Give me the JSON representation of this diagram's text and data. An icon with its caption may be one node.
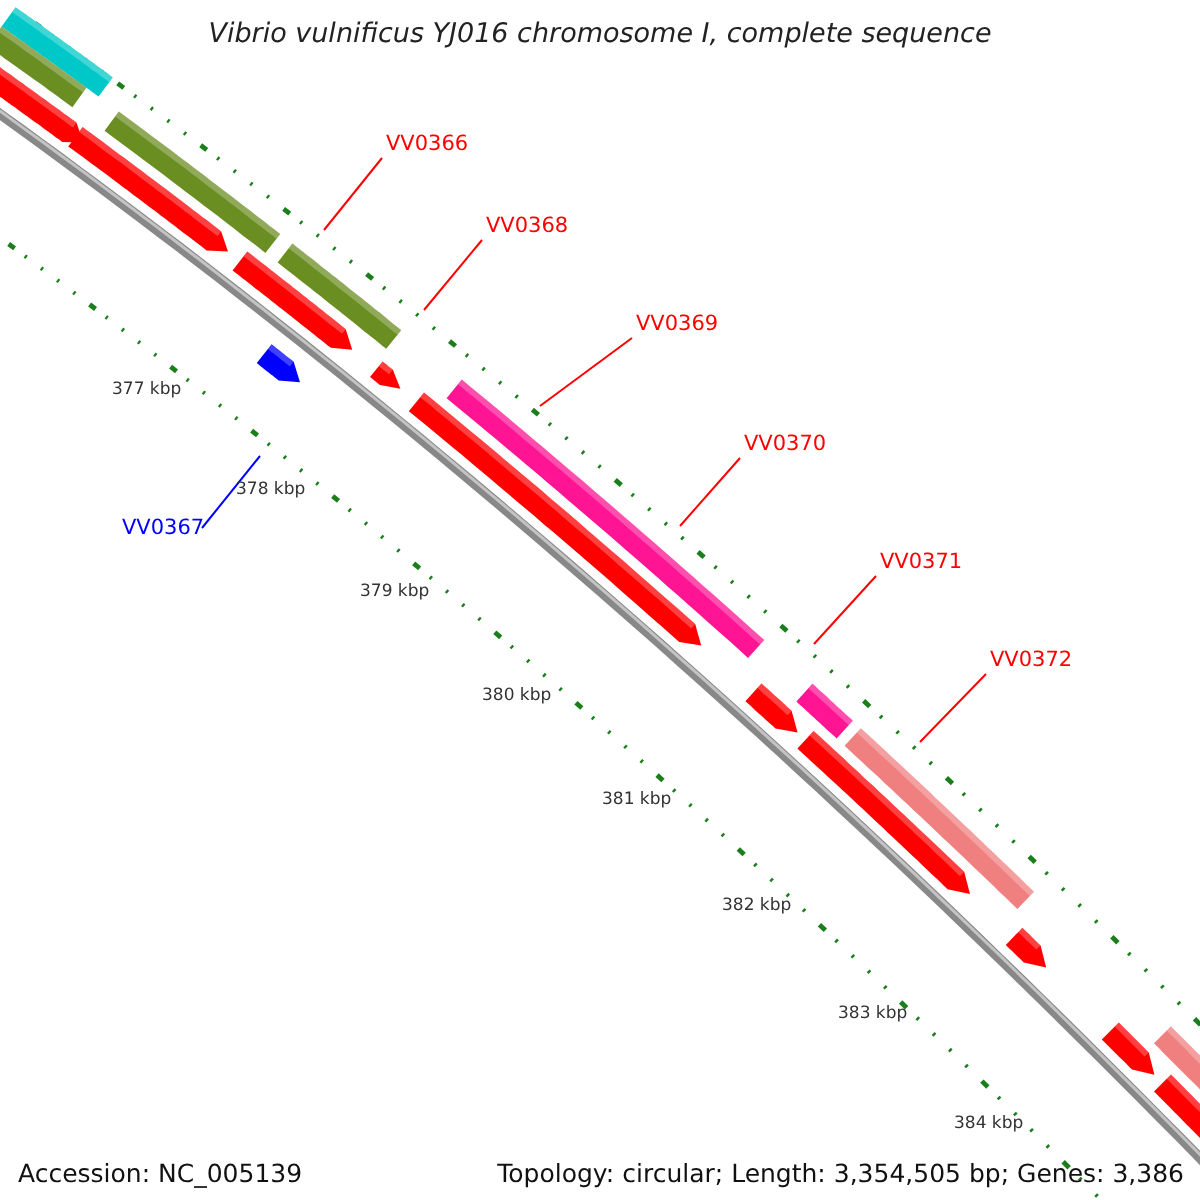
{
  "diagram": {
    "title": "Vibrio vulnificus YJ016 chromosome I, complete sequence",
    "nodes": [
      {
        "text": [
          "VV0366"
        ]
      },
      {
        "text": [
          "VV0368"
        ]
      },
      {
        "text": [
          "VV0369"
        ]
      },
      {
        "text": [
          "VV0370"
        ]
      },
      {
        "text": [
          "VV0371"
        ]
      },
      {
        "text": [
          "VV0372"
        ]
      },
      {
        "text": [
          "VV0367"
        ]
      }
    ],
    "edges": [
      {
        "from": 0,
        "to": null,
        "arrow": "none"
      },
      {
        "from": 1,
        "to": null,
        "arrow": "none"
      },
      {
        "from": 2,
        "to": null,
        "arrow": "none"
      },
      {
        "from": 3,
        "to": null,
        "arrow": "none"
      },
      {
        "from": 4,
        "to": null,
        "arrow": "none"
      },
      {
        "from": 5,
        "to": null,
        "arrow": "none"
      },
      {
        "from": 6,
        "to": null,
        "arrow": "none",
        "color": "#0000ff"
      }
    ],
    "labels": [
      "377 kbp",
      "378 kbp",
      "379 kbp",
      "380 kbp",
      "381 kbp",
      "382 kbp",
      "383 kbp",
      "384 kbp",
      "Accession: NC_005139",
      "Topology: circular; Length: 3,354,505 bp; Genes: 3,386"
    ]
  }
}
